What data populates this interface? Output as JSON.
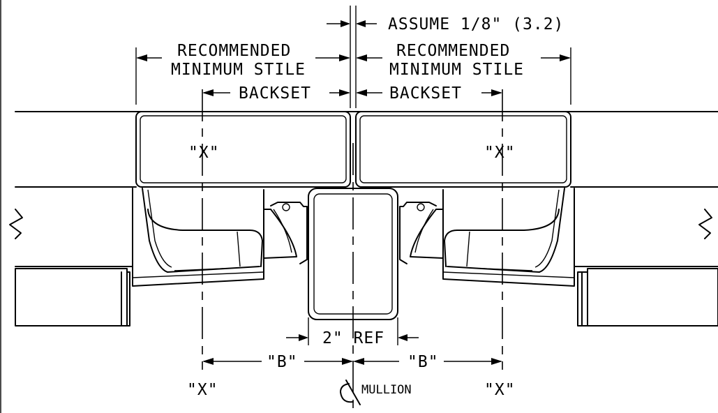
{
  "labels": {
    "clearance_note": "ASSUME 1/8\" (3.2)",
    "left_stile_line1": "RECOMMENDED",
    "left_stile_line2": "MINIMUM STILE",
    "right_stile_line1": "RECOMMENDED",
    "right_stile_line2": "MINIMUM STILE",
    "left_backset": "BACKSET",
    "right_backset": "BACKSET",
    "left_x_top": "\"X\"",
    "right_x_top": "\"X\"",
    "left_x_bottom": "\"X\"",
    "right_x_bottom": "\"X\"",
    "mullion_ref": "2\" REF",
    "left_b": "\"B\"",
    "right_b": "\"B\"",
    "mullion": "MULLION"
  }
}
